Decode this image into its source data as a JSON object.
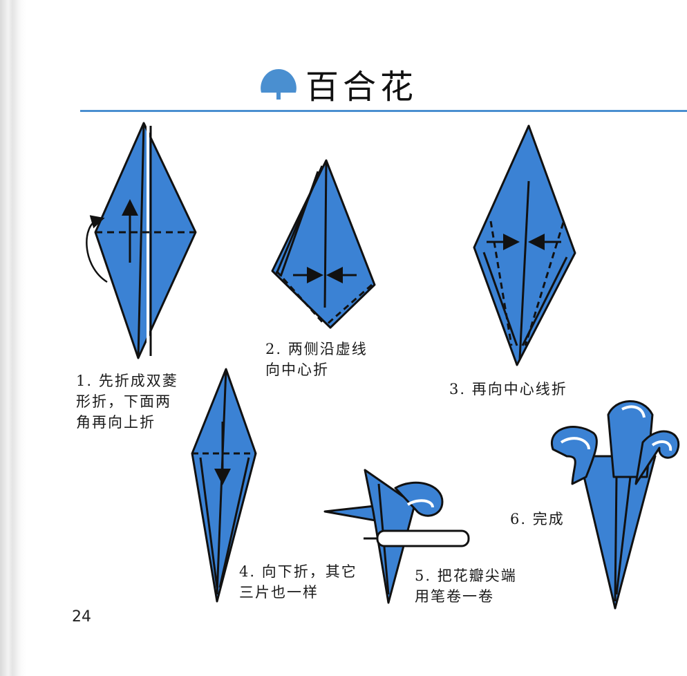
{
  "title": "百合花",
  "icon": "tree-icon",
  "accent_color": "#4a8fd0",
  "paper_color": "#3b82d4",
  "steps": [
    {
      "label": "1. 先折成双菱\n形折，下面两\n角再向上折"
    },
    {
      "label": "2. 两侧沿虚线\n向中心折"
    },
    {
      "label": "3. 再向中心线折"
    },
    {
      "label": "4. 向下折，其它\n三片也一样"
    },
    {
      "label": "5. 把花瓣尖端\n用笔卷一卷"
    },
    {
      "label": "6. 完成"
    }
  ],
  "page_number": "24"
}
